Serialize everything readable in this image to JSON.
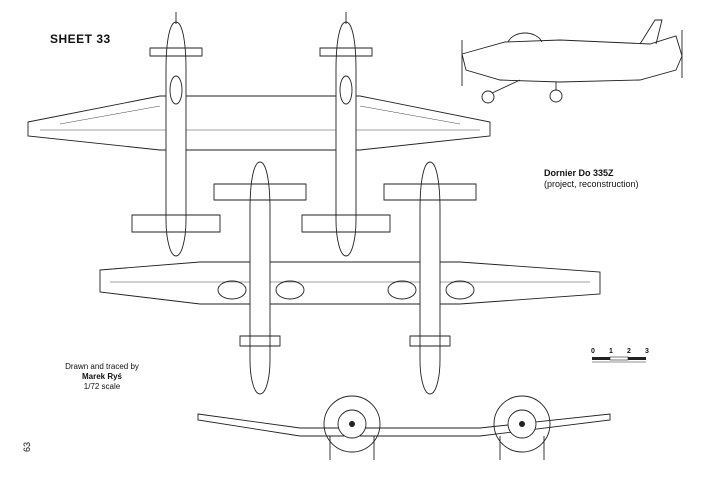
{
  "sheet_label": "SHEET 33",
  "aircraft": {
    "name": "Dornier Do 335Z",
    "note": "(project, reconstruction)"
  },
  "credits": {
    "line1": "Drawn and traced by",
    "author": "Marek Ryś",
    "scale": "1/72 scale"
  },
  "scale_bar": {
    "ticks": [
      "0",
      "1",
      "2",
      "3"
    ]
  },
  "page_number": "63",
  "colors": {
    "ink": "#222222",
    "paper": "#ffffff"
  }
}
